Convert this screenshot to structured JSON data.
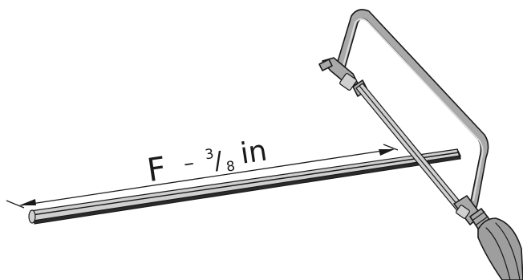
{
  "dimension": {
    "letter": "F",
    "dash": "–",
    "fraction_numerator": "3",
    "fraction_slash": "/",
    "fraction_denominator": "8",
    "unit": "in"
  },
  "icons": {
    "tool": "hacksaw-icon",
    "workpiece": "rod-workpiece"
  }
}
